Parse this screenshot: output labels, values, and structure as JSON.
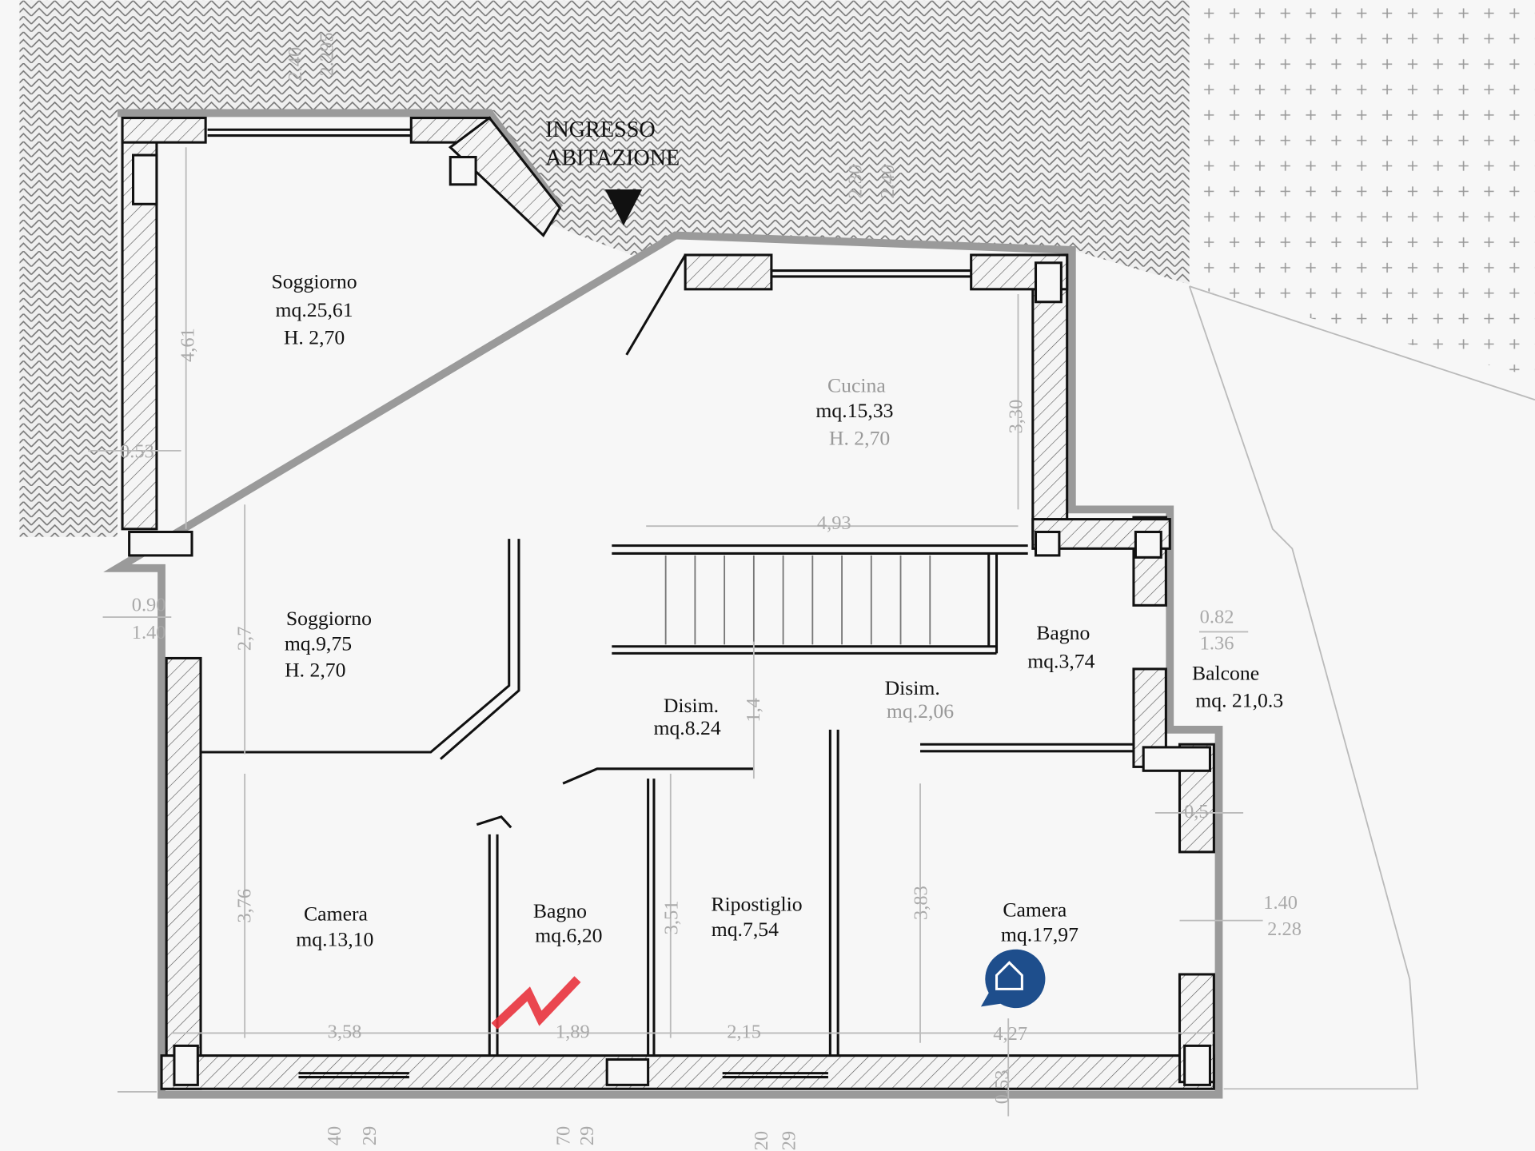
{
  "entrance": {
    "line1": "INGRESSO",
    "line2": "ABITAZIONE"
  },
  "rooms": [
    {
      "name": "Soggiorno",
      "area": "mq.25,61",
      "height": "H. 2,70"
    },
    {
      "name": "Cucina",
      "area": "mq.15,33",
      "height": "H. 2,70"
    },
    {
      "name": "Soggiorno",
      "area": "mq.9,75",
      "height": "H. 2,70"
    },
    {
      "name": "Bagno",
      "area": "mq.3,74"
    },
    {
      "name": "Balcone",
      "area": "mq. 21,0.3"
    },
    {
      "name": "Disim.",
      "area": "mq.8.24"
    },
    {
      "name": "Disim.",
      "area": "mq.2,06"
    },
    {
      "name": "Camera",
      "area": "mq.13,10"
    },
    {
      "name": "Bagno",
      "area": "mq.6,20"
    },
    {
      "name": "Ripostiglio",
      "area": "mq.7,54"
    },
    {
      "name": "Camera",
      "area": "mq.17,97"
    }
  ],
  "dimensions": {
    "top_a1": "2.40",
    "top_a2": "2.295",
    "top_b1": "2.30",
    "top_b2": "2.40",
    "left_461": "4,61",
    "left_053": "0.53",
    "win_left_1": "0.90",
    "win_left_2": "1.40",
    "sogg_27": "2,7",
    "cucina_330": "3,30",
    "stair_493": "4,93",
    "disim_14": "1,4",
    "bal_win_1": "0.82",
    "bal_win_2": "1.36",
    "right_05": "0,5",
    "right_win_1": "1.40",
    "right_win_2": "2.28",
    "cam_376": "3,76",
    "rip_351": "3,51",
    "cam_383": "3,83",
    "bot_358": "3,58",
    "bot_189": "1,89",
    "bot_215": "2,15",
    "bot_427": "4,27",
    "bot_053": "0.53",
    "below": [
      "40",
      "29",
      "70",
      "29",
      "20",
      "29"
    ]
  },
  "colors": {
    "logo_red": "#e8323c",
    "logo_blue": "#1e4e8c"
  },
  "icons": [
    "entrance-arrow-icon",
    "agency-logo-icon",
    "house-icon"
  ]
}
